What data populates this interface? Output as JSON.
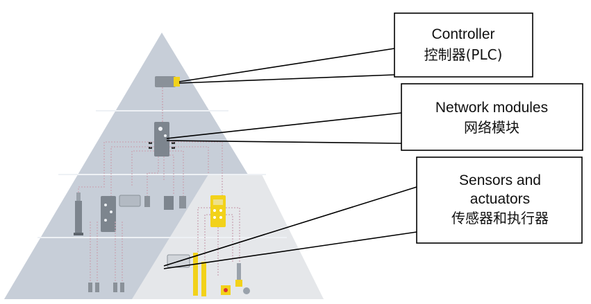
{
  "colors": {
    "pyramid_main": "#c7ced8",
    "pyramid_band_line": "#eef1f5",
    "sensor_region": "#e5e7ea",
    "wire": "#c9a6b4",
    "device_dark": "#7d858e",
    "accent_yellow": "#f2d21a",
    "callout_border": "#000000"
  },
  "callouts": {
    "controller": {
      "line1": "Controller",
      "line2": "控制器(PLC)"
    },
    "network": {
      "line1": "Network modules",
      "line2": "网络模块"
    },
    "sensors": {
      "line1": "Sensors and",
      "line2": "actuators",
      "line3": "传感器和执行器"
    }
  }
}
